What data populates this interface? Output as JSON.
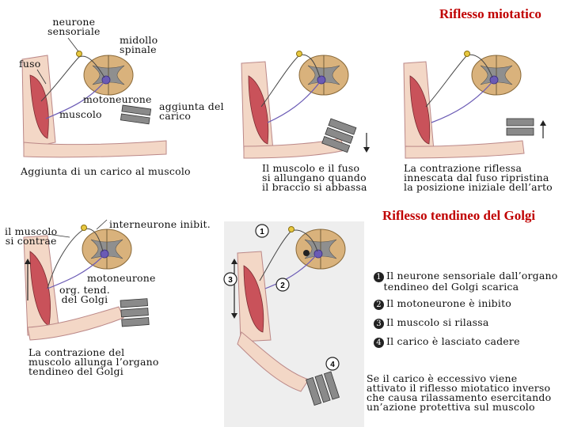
{
  "titles": {
    "miotatico": "Riflesso miotatico",
    "golgi": "Riflesso tendineo del Golgi"
  },
  "top_labels": {
    "neurone_sensoriale": "neurone\nsensoriale",
    "midollo_spinale": "midollo\nspinale",
    "fuso": "fuso",
    "motoneurone": "motoneurone",
    "muscolo": "muscolo",
    "aggiunta_del_carico": "aggiunta del\ncarico"
  },
  "captions": {
    "panel1": "Aggiunta di un carico al muscolo",
    "panel2": "Il muscolo e il fuso\nsi allungano quando\nil braccio si abbassa",
    "panel3": "La contrazione riflessa\ninnescata dal fuso ripristina\nla posizione iniziale dell’arto"
  },
  "golgi_left_labels": {
    "il_muscolo_si_contrae": "il muscolo\nsi contrae",
    "interneurone_inibit": "interneurone inibit.",
    "motoneurone": "motoneurone",
    "org_tend": "org. tend.\ndel Golgi",
    "caption": "La contrazione del\nmuscolo allunga l’organo\ntendineo del Golgi"
  },
  "golgi_markers": [
    "1",
    "2",
    "3",
    "4"
  ],
  "golgi_steps": [
    {
      "n": "1",
      "text": "Il neurone sensoriale dall’organo\n   tendineo del Golgi scarica"
    },
    {
      "n": "2",
      "text": "Il motoneurone è inibito"
    },
    {
      "n": "3",
      "text": "Il muscolo si rilassa"
    },
    {
      "n": "4",
      "text": "Il carico è lasciato cadere"
    }
  ],
  "golgi_note": "Se il carico è eccessivo viene\nattivato il riflesso miotatico inverso\nche causa rilassamento esercitando\nun’azione protettiva sul muscolo",
  "colors": {
    "title": "#c00000",
    "muscle": "#c9525a",
    "skin": "#f3d7c6",
    "cord_gray": "#9a9a9a",
    "cord_tan": "#d9b27c",
    "neuron_purple": "#6b5bb5",
    "nerve_yellow": "#e8c840",
    "weight": "#7a7a7a"
  }
}
